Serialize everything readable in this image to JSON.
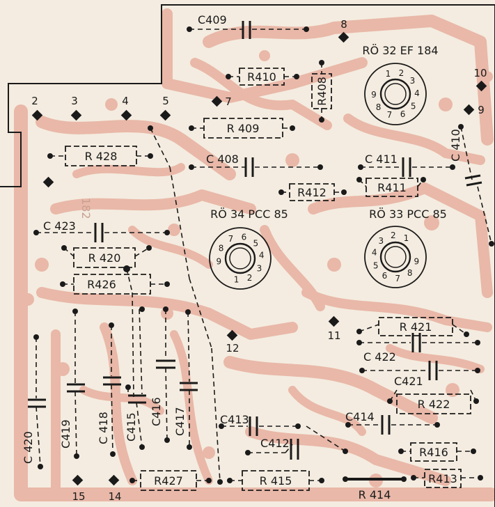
{
  "labels": {
    "resistors": {
      "r409": "R 409",
      "r410": "R410",
      "r408": "R408",
      "r428": "R 428",
      "r412": "R412",
      "r411": "R411",
      "r420": "R 420",
      "r426": "R426",
      "r421": "R 421",
      "r422": "R 422",
      "r416": "R416",
      "r413": "R413",
      "r427": "R427",
      "r415": "R 415",
      "r414": "R 414"
    },
    "capacitors": {
      "c409": "C409",
      "c408": "C 408",
      "c411": "C 411",
      "c410": "C 410",
      "c423": "C 423",
      "c422": "C 422",
      "c421": "C421",
      "c413": "C413",
      "c414": "C414",
      "c412": "C412",
      "c420": "C 420",
      "c419": "C419",
      "c418": "C 418",
      "c415": "C415",
      "c416": "C416",
      "c417": "C417"
    },
    "tubes": {
      "ro32": "RÖ 32  EF 184",
      "ro34": "RÖ 34   PCC 85",
      "ro33": "RÖ 33   PCC 85"
    },
    "pins": {
      "p2": "2",
      "p3": "3",
      "p4": "4",
      "p5": "5",
      "p7": "7",
      "p8": "8",
      "p9": "9",
      "p10": "10",
      "p11": "11",
      "p12": "12",
      "p14": "14",
      "p15": "15"
    },
    "board_mark": "182",
    "socket_pins": {
      "ro32": [
        "1",
        "2",
        "3",
        "4",
        "5",
        "6",
        "7",
        "8",
        "9"
      ],
      "ro34": [
        "1",
        "2",
        "3",
        "4",
        "5",
        "6",
        "7",
        "8",
        "9"
      ],
      "ro33": [
        "1",
        "2",
        "3",
        "4",
        "5",
        "6",
        "7",
        "8",
        "9"
      ]
    }
  },
  "colors": {
    "board": "#f4ece0",
    "copper": "#e9b8a8",
    "ink": "#1a1a1a"
  }
}
